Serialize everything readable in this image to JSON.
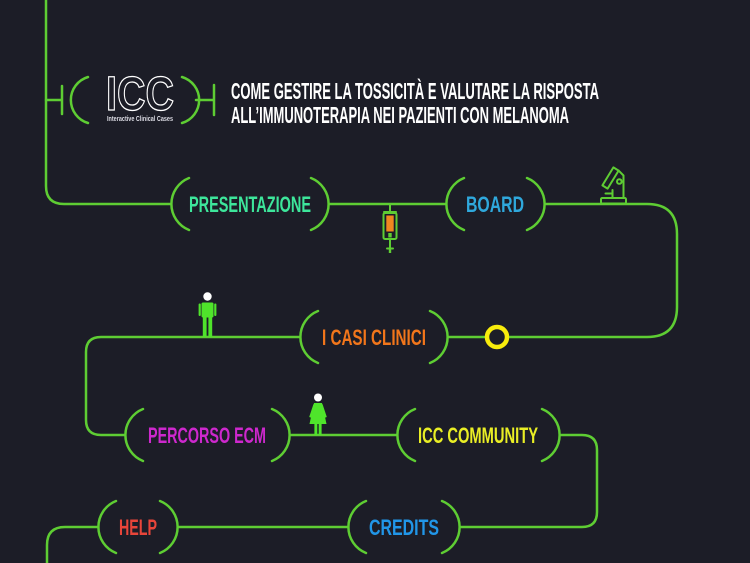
{
  "theme": {
    "background": "#1c1d27",
    "line_color": "#5ecd33",
    "figure_green": "#4fe42b",
    "white": "#ffffff"
  },
  "logo": {
    "acronym": "ICC",
    "subtitle": "Interactive Clinical Cases"
  },
  "title": {
    "line1": "COME GESTIRE LA TOSSICITÀ E VALUTARE LA RISPOSTA",
    "line2": "ALL’IMMUNOTERAPIA NEI PAZIENTI CON MELANOMA",
    "color": "#ffffff"
  },
  "menu": {
    "presentazione": {
      "label": "PRESENTAZIONE",
      "color": "#3de69b"
    },
    "board": {
      "label": "BOARD",
      "color": "#2fa8dc"
    },
    "casi_clinici": {
      "label": "I CASI CLINICI",
      "color": "#f2761b"
    },
    "percorso_ecm": {
      "label": "PERCORSO ECM",
      "color": "#cd28cd"
    },
    "icc_community": {
      "label": "ICC COMMUNITY",
      "color": "#e9ee25"
    },
    "help": {
      "label": "HELP",
      "color": "#e8453a"
    },
    "credits": {
      "label": "CREDITS",
      "color": "#2196e8"
    }
  },
  "icons": {
    "syringe": {
      "name": "syringe-icon",
      "fluid_color": "#f0881f"
    },
    "microscope": {
      "name": "microscope-icon"
    },
    "male_figure": {
      "name": "male-person-icon"
    },
    "female_figure": {
      "name": "female-person-icon"
    },
    "yellow_ring": {
      "name": "yellow-ring-marker",
      "color": "#f8ec0c"
    }
  }
}
